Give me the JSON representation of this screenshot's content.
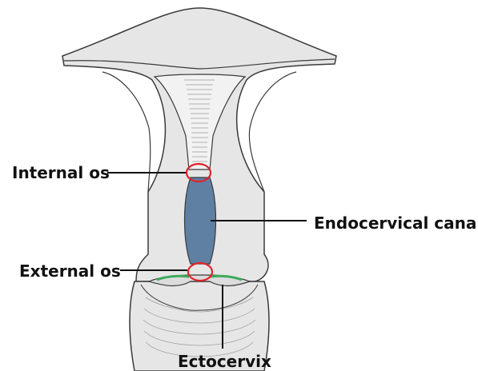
{
  "labels": {
    "internal_os": "Internal os",
    "external_os": "External os",
    "endocervical_canal": "Endocervical canal",
    "ectocervix": "Ectocervix"
  },
  "colors": {
    "tissue_fill": "#e6e6e6",
    "tissue_outline": "#3a3a3a",
    "canal_fill": "#5f80a3",
    "os_marker": "#e0242b",
    "ectocervix_edge": "#3daa5c",
    "leader_line": "#111111"
  }
}
